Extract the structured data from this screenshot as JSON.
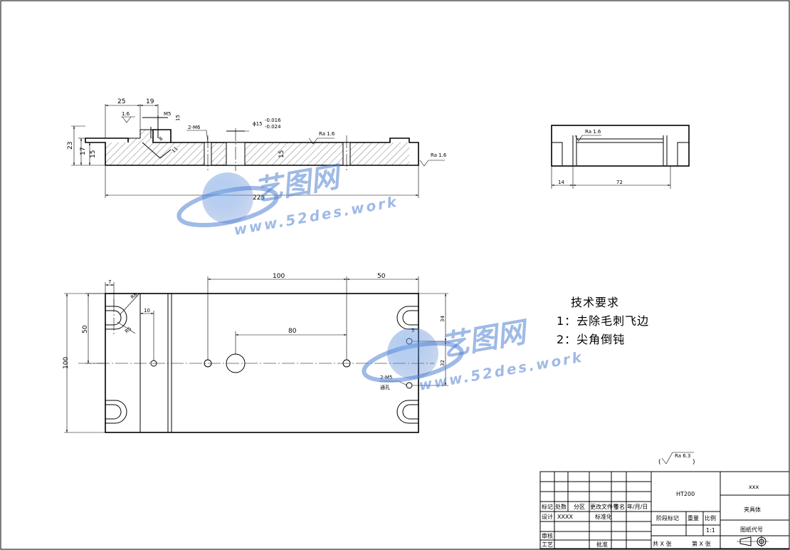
{
  "front_view": {
    "dims": {
      "d25": "25",
      "d19": "19",
      "d23": "23",
      "d17": "17",
      "d15": "15",
      "d225": "225",
      "m5": "M5",
      "m6": "2-M6",
      "d15b": "15",
      "phi": "ϕ15",
      "tol_up": "-0.016",
      "tol_lo": "-0.024",
      "d8": "8",
      "d11": "11"
    },
    "roughness": {
      "r16": "1.6",
      "ra16a": "Ra 1.6",
      "ra16b": "Ra 1.6"
    }
  },
  "side_view": {
    "dims": {
      "d14": "14",
      "d72": "72"
    },
    "roughness": "Ra 1.6"
  },
  "top_view": {
    "dims": {
      "d7": "7",
      "r8": "R8",
      "r5": "R5",
      "d10": "10",
      "d50": "50",
      "d100v": "100",
      "d100": "100",
      "d50b": "50",
      "d80": "80",
      "d34": "34",
      "d32": "32",
      "d5": "5",
      "m5": "2-M5",
      "thru": "通孔"
    }
  },
  "tech": {
    "title": "技术要求",
    "items": [
      "1：去除毛刺飞边",
      "2：尖角倒钝"
    ]
  },
  "roughness_global": "Ra 6.3",
  "watermark": {
    "cn": "艺图网",
    "url": "www.52des.work"
  },
  "title_block": {
    "material": "HT200",
    "company": "xxx",
    "part_name": "夹具体",
    "drawing_no_label": "图纸代号",
    "scale": "1:1",
    "headers": {
      "mark": "标记",
      "count": "处数",
      "zone": "分区",
      "doc": "更改文件号",
      "sign": "签名",
      "date": "年/月/日",
      "design": "设计",
      "designer": "XXXX",
      "std": "标准化",
      "review": "审核",
      "process": "工艺",
      "approve": "批准",
      "stage": "阶段标记",
      "weight": "重量",
      "ratio": "比例",
      "sheets_total": "共 X 张",
      "sheet_no": "第 X 张"
    }
  }
}
